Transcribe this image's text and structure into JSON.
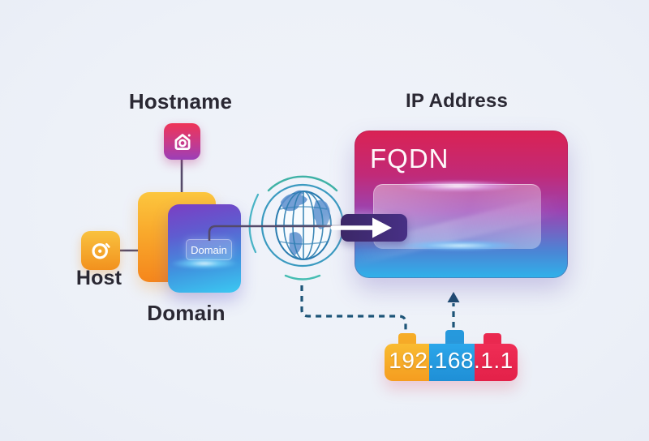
{
  "diagram": {
    "nodes": {
      "hostname": {
        "label": "Hostname",
        "icon": "home-icon"
      },
      "host": {
        "label": "Host",
        "icon": "node-circle-icon"
      },
      "domain": {
        "label": "Domain",
        "chip_label": "Domain"
      },
      "fqdn": {
        "label": "FQDN"
      },
      "ip": {
        "label": "IP Address",
        "value": "192.168.1.1"
      }
    },
    "icons": {
      "globe": "globe-icon",
      "flow": "arrow-right-icon",
      "resolve": "arrow-up-icon"
    },
    "colors": {
      "background": "#edf1f8",
      "amber": "#fbc23c",
      "orange": "#f5861c",
      "crimson": "#e62c55",
      "purple": "#7b3ec3",
      "cyan": "#38c3f0",
      "blue": "#2196d9",
      "ring_teal": "#2f95bd",
      "dashed_line": "#1d5578",
      "connector_line": "#544a6a",
      "text": "#2a2833",
      "white": "#ffffff"
    }
  }
}
